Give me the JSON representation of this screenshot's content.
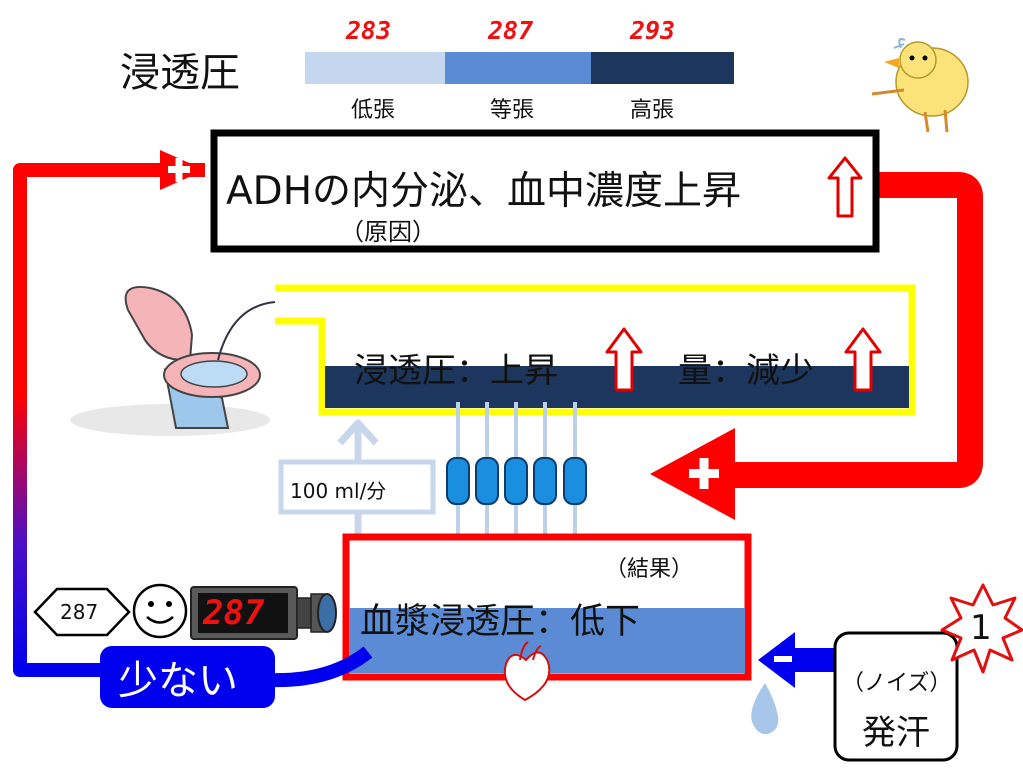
{
  "title": "浸透圧",
  "scale": {
    "segments": [
      {
        "value": "283",
        "label": "低張",
        "color": "#c5d6ef"
      },
      {
        "value": "287",
        "label": "等張",
        "color": "#5b8bd4"
      },
      {
        "value": "293",
        "label": "高張",
        "color": "#1c365d"
      }
    ]
  },
  "adh_box": {
    "text": "ADHの内分泌、血中濃度上昇",
    "subtext": "（原因）"
  },
  "urine_box": {
    "osm_text": "浸透圧：上昇",
    "volume_text": "量：減少"
  },
  "flow_label": "100 ml/分",
  "plasma_box": {
    "result": "（結果）",
    "text": "血漿浸透圧：低下"
  },
  "sensor": {
    "diamond_value": "287",
    "display_value": "287"
  },
  "low_label": "少ない",
  "noise_box": {
    "note": "（ノイズ）",
    "text": "発汗"
  },
  "badge_number": "1",
  "colors": {
    "red": "#ff0000",
    "blue": "#0000ee",
    "yellow": "#ffff00",
    "dark": "#1c365d",
    "mid": "#5b8bd4"
  }
}
